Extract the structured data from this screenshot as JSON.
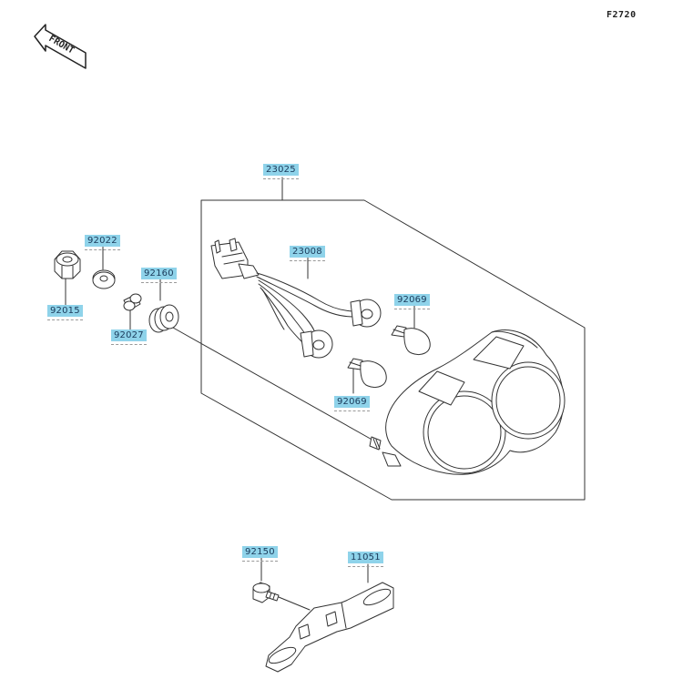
{
  "figure_code": "F2720",
  "front_label": "FRONT",
  "parts": [
    {
      "id": "23025",
      "label": "23025"
    },
    {
      "id": "23008",
      "label": "23008"
    },
    {
      "id": "92022",
      "label": "92022"
    },
    {
      "id": "92015",
      "label": "92015"
    },
    {
      "id": "92160",
      "label": "92160"
    },
    {
      "id": "92027",
      "label": "92027"
    },
    {
      "id": "92069a",
      "label": "92069"
    },
    {
      "id": "92069b",
      "label": "92069"
    },
    {
      "id": "92150",
      "label": "92150"
    },
    {
      "id": "11051",
      "label": "11051"
    }
  ],
  "colors": {
    "callout": "#8fd3ea",
    "line": "#333333"
  }
}
